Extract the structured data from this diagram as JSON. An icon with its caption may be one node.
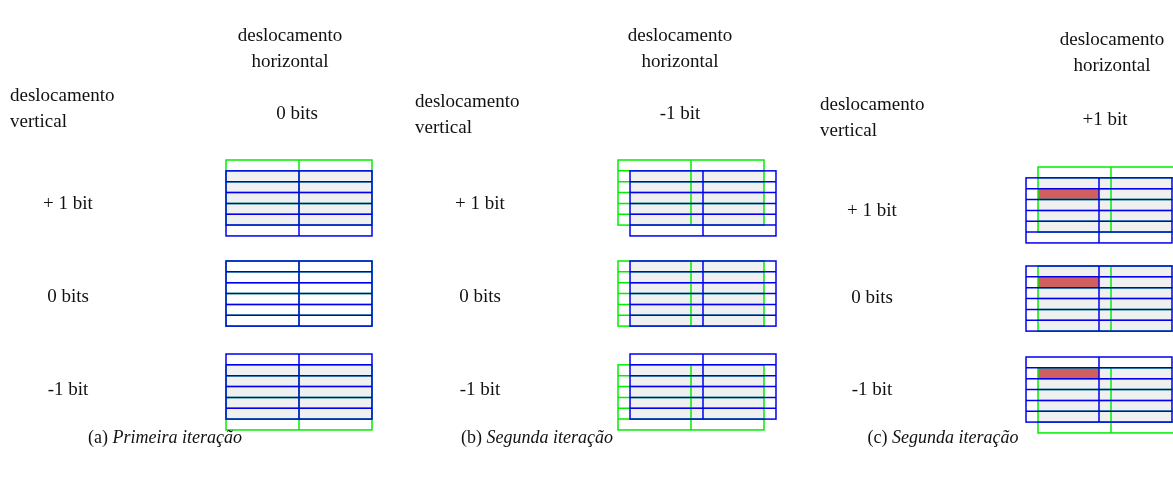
{
  "diagram": {
    "labels": [
      "deslocamento horizontal",
      "deslocamento vertical",
      "0 bits",
      "+ 1 bit",
      "0 bits",
      "-1 bit",
      "deslocamento horizontal",
      "deslocamento vertical",
      "-1 bit",
      "+ 1 bit",
      "0 bits",
      "-1 bit",
      "deslocamento horizontal",
      "deslocamento vertical",
      "+1 bit",
      "+ 1 bit",
      "0 bits",
      "-1 bit",
      "(a) *Primeira iteração*",
      "(b) *Segunda iteração*",
      "(c) *Segunda iteração*"
    ]
  }
}
